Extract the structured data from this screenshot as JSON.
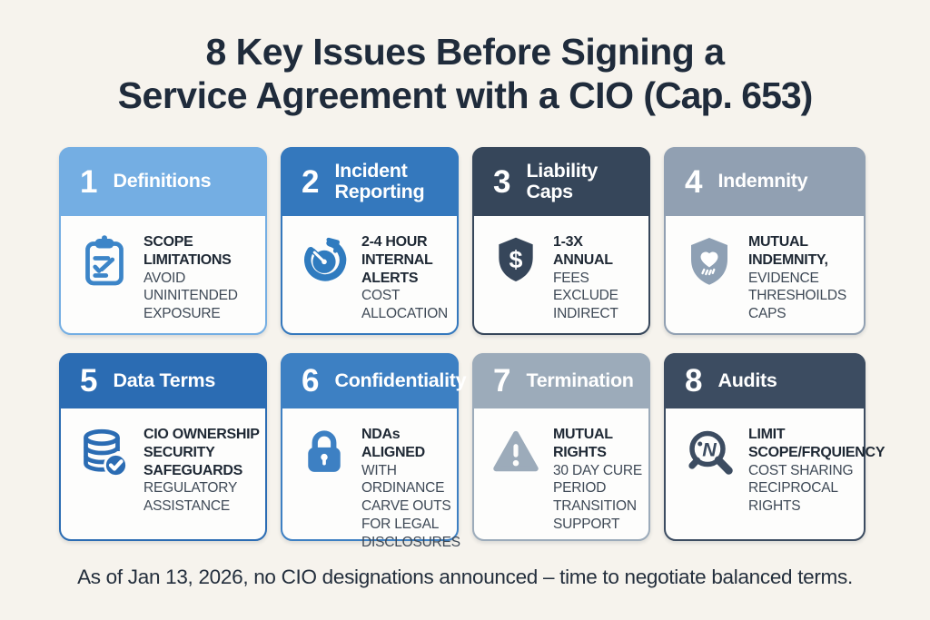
{
  "title": {
    "line1": "8 Key Issues Before Signing a",
    "line2": "Service Agreement with a CIO",
    "suffix": "(Cap. 653)"
  },
  "cards": [
    {
      "number": "1",
      "title": "Definitions",
      "icon": "clipboard-check-icon",
      "header_color": "#74aee3",
      "icon_color": "#3c85c8",
      "bold_lines": [
        "SCOPE",
        "LIMITATIONS"
      ],
      "lines": [
        "AVOID",
        "UNINITENDED",
        "EXPOSURE"
      ]
    },
    {
      "number": "2",
      "title": "Incident Reporting",
      "icon": "stopwatch-icon",
      "header_color": "#3478bd",
      "icon_color": "#2f7bbf",
      "bold_lines": [
        "2-4 HOUR",
        "INTERNAL",
        "ALERTS"
      ],
      "lines": [
        "COST",
        "ALLOCATION"
      ]
    },
    {
      "number": "3",
      "title": "Liability Caps",
      "icon": "shield-dollar-icon",
      "header_color": "#36465a",
      "icon_color": "#36465a",
      "bold_lines": [
        "1-3X",
        "ANNUAL"
      ],
      "lines": [
        "FEES",
        "EXCLUDE",
        "INDIRECT"
      ]
    },
    {
      "number": "4",
      "title": "Indemnity",
      "icon": "shield-care-icon",
      "header_color": "#91a0b2",
      "icon_color": "#8ea0b4",
      "bold_lines": [
        "MUTUAL",
        "INDEMNITY,"
      ],
      "lines": [
        "EVIDENCE",
        "THRESHOILDS",
        "CAPS"
      ]
    },
    {
      "number": "5",
      "title": "Data Terms",
      "icon": "database-check-icon",
      "header_color": "#2b6cb3",
      "icon_color": "#2b6cb3",
      "bold_lines": [
        "CIO OWNERSHIP",
        "SECURITY",
        "SAFEGUARDS"
      ],
      "lines": [
        "REGULATORY",
        "ASSISTANCE"
      ]
    },
    {
      "number": "6",
      "title": "Confidentiality",
      "icon": "lock-icon",
      "header_color": "#3d80c3",
      "icon_color": "#3d80c3",
      "bold_lines": [
        "NDAs",
        "ALIGNED"
      ],
      "lines": [
        "WITH",
        "ORDINANCE",
        "CARVE OUTS",
        "FOR LEGAL",
        "DISCLOSURES"
      ]
    },
    {
      "number": "7",
      "title": "Termination",
      "icon": "warning-triangle-icon",
      "header_color": "#9cabba",
      "icon_color": "#9cabba",
      "bold_lines": [
        "MUTUAL",
        "RIGHTS"
      ],
      "lines": [
        "30 DAY CURE",
        "PERIOD",
        "TRANSITION",
        "SUPPORT"
      ]
    },
    {
      "number": "8",
      "title": "Audits",
      "icon": "magnifier-icon",
      "header_color": "#3c4c61",
      "icon_color": "#3c4c61",
      "bold_lines": [
        "LIMIT",
        "SCOPE/FRQUIENCY"
      ],
      "lines": [
        "COST SHARING",
        "RECIPROCAL",
        "RIGHTS"
      ]
    }
  ],
  "footer": {
    "text": "As of Jan 13, 2026, no CIO designations announced – time to negotiate balanced terms."
  },
  "colors": {
    "background": "#f6f3ed",
    "title_text": "#1f2b3b",
    "card_bold_text": "#1e2834",
    "card_regular_text": "#3e4956"
  }
}
